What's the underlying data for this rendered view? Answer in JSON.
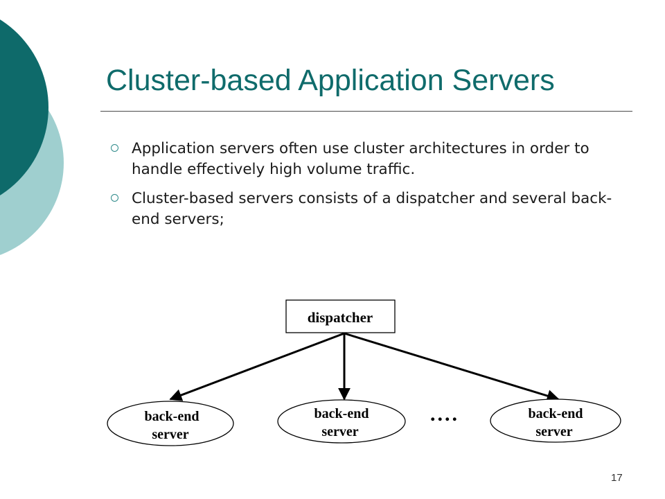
{
  "slide": {
    "title": "Cluster-based Application Servers",
    "number": "17"
  },
  "bullets": [
    {
      "text": "Application servers often use  cluster architectures in order to handle effectively high volume traffic."
    },
    {
      "text": "Cluster-based servers consists of a dispatcher and several back-end servers;"
    }
  ],
  "diagram": {
    "dispatcher_label": "dispatcher",
    "server_line1": "back-end",
    "server_line2": "server",
    "ellipsis": "...."
  },
  "colors": {
    "title": "#0f6b6b",
    "deco_dark": "#0e6a6a",
    "deco_light": "#9fcfcf"
  }
}
